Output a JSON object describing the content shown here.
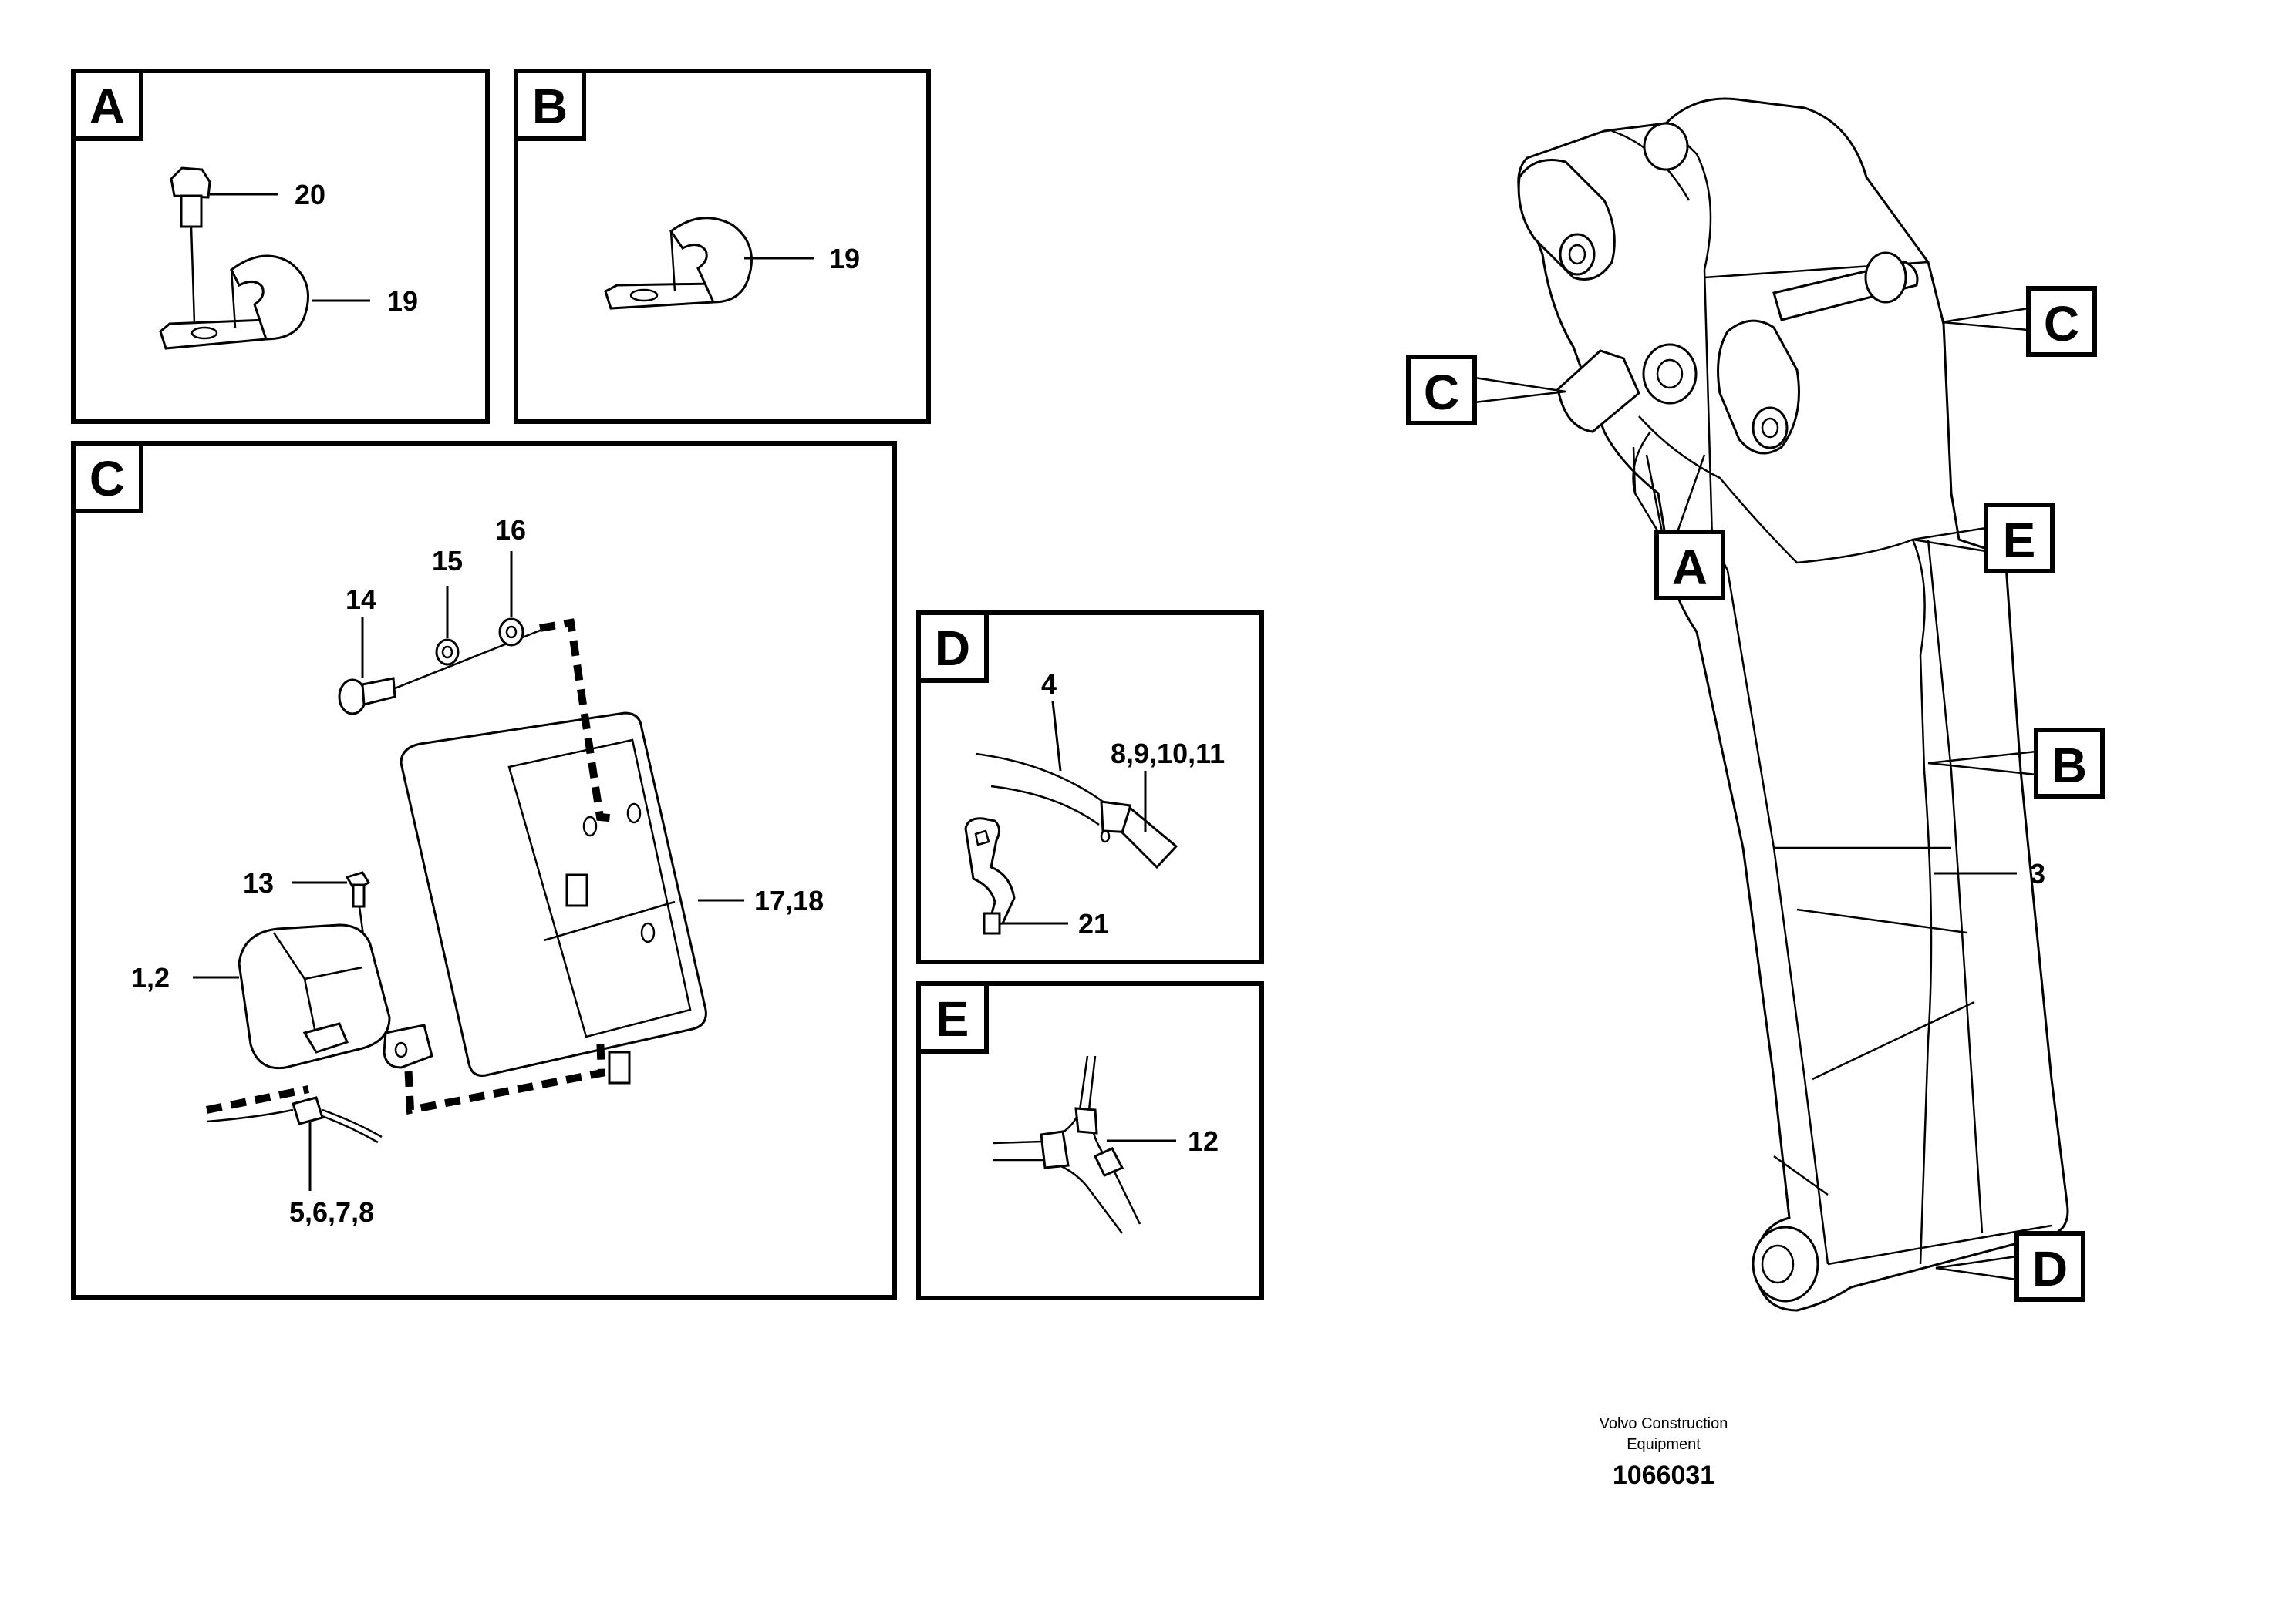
{
  "panels": {
    "A": {
      "letter": "A",
      "callouts": {
        "bolt": "20",
        "clamp": "19"
      }
    },
    "B": {
      "letter": "B",
      "callouts": {
        "clamp": "19"
      }
    },
    "C": {
      "letter": "C",
      "callouts": {
        "bolt": "14",
        "washer1": "15",
        "washer2": "16",
        "screw": "13",
        "lamp": "1,2",
        "guard": "17,18",
        "connector": "5,6,7,8"
      }
    },
    "D": {
      "letter": "D",
      "callouts": {
        "cable": "4",
        "connector": "8,9,10,11",
        "clip": "21"
      }
    },
    "E": {
      "letter": "E",
      "callouts": {
        "junction": "12"
      }
    }
  },
  "boom": {
    "tags": {
      "c_top": "C",
      "c_left": "C",
      "a": "A",
      "e": "E",
      "b": "B",
      "d": "D"
    },
    "callouts": {
      "harness": "3"
    }
  },
  "footer": {
    "line1": "Volvo Construction",
    "line2": "Equipment",
    "number": "1066031"
  }
}
